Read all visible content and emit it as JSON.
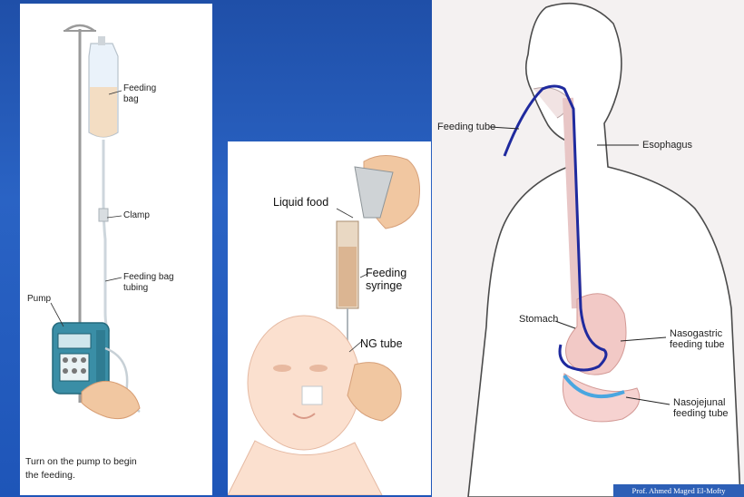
{
  "left_panel": {
    "labels": {
      "feeding_bag": "Feeding\nbag",
      "clamp": "Clamp",
      "tubing": "Feeding bag\ntubing",
      "pump": "Pump"
    },
    "caption": "Turn on the pump to begin\nthe feeding."
  },
  "middle_panel": {
    "labels": {
      "liquid_food": "Liquid food",
      "syringe": "Feeding\nsyringe",
      "ng_tube": "NG tube"
    }
  },
  "right_panel": {
    "labels": {
      "feeding_tube": "Feeding tube",
      "esophagus": "Esophagus",
      "stomach": "Stomach",
      "nasogastric": "Nasogastric\nfeeding tube",
      "nasojejunal": "Nasojejunal\nfeeding tube"
    }
  },
  "credit": "Prof. Ahmed Maged El-Mofty",
  "colors": {
    "slide_background": "#2a63c4",
    "tube_dark_blue": "#1f2a9e",
    "tube_light_blue": "#4aa6e0",
    "stomach_pink": "#f2c9c6",
    "pump_teal": "#3a8ea6"
  }
}
